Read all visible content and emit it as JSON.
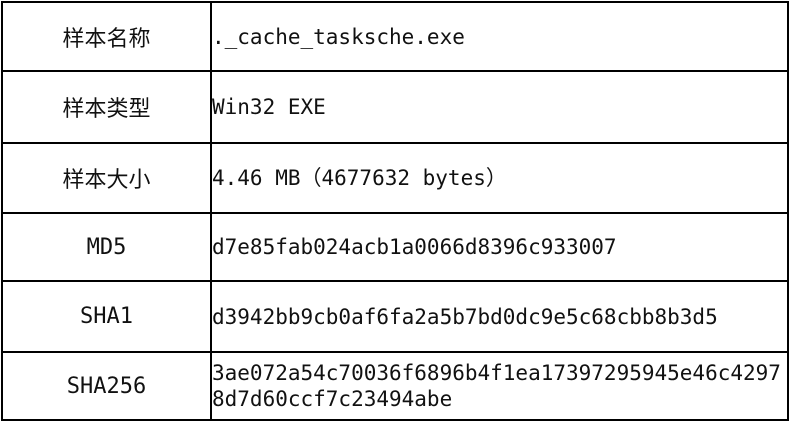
{
  "rows": [
    {
      "label": "样本名称",
      "value": "._cache_tasksche.exe"
    },
    {
      "label": "样本类型",
      "value": "Win32 EXE"
    },
    {
      "label": "样本大小",
      "value": "4.46 MB（4677632 bytes）"
    },
    {
      "label": "MD5",
      "value": "d7e85fab024acb1a0066d8396c933007"
    },
    {
      "label": "SHA1",
      "value": "d3942bb9cb0af6fa2a5b7bd0dc9e5c68cbb8b3d5"
    },
    {
      "label": "SHA256",
      "value": "3ae072a54c70036f6896b4f1ea17397295945e46c42978d7d60ccf7c23494abe"
    }
  ]
}
